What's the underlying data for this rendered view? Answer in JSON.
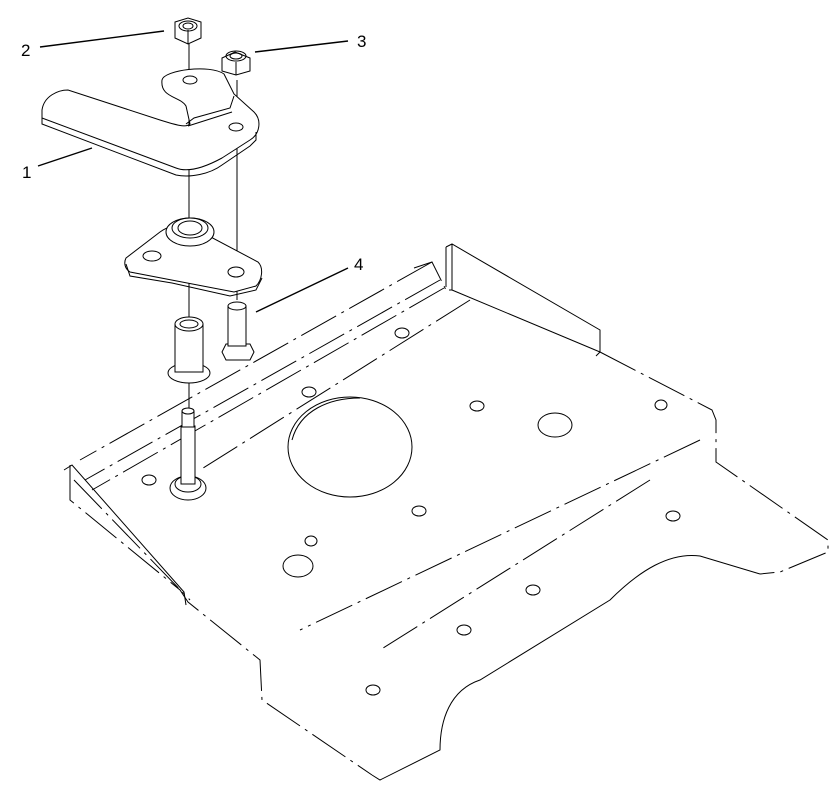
{
  "diagram": {
    "type": "exploded-parts-view",
    "background": "#ffffff",
    "line_color": "#000000",
    "callouts": [
      {
        "id": "1",
        "label": "1",
        "part": "lever handle"
      },
      {
        "id": "2",
        "label": "2",
        "part": "lock nut"
      },
      {
        "id": "3",
        "label": "3",
        "part": "lock nut"
      },
      {
        "id": "4",
        "label": "4",
        "part": "hex head bolt"
      }
    ],
    "components": [
      "lever",
      "lock-nut",
      "lock-nut",
      "pivot-bracket",
      "flanged-bushing",
      "hex-bolt",
      "shoulder-bolt",
      "base-plate"
    ]
  }
}
